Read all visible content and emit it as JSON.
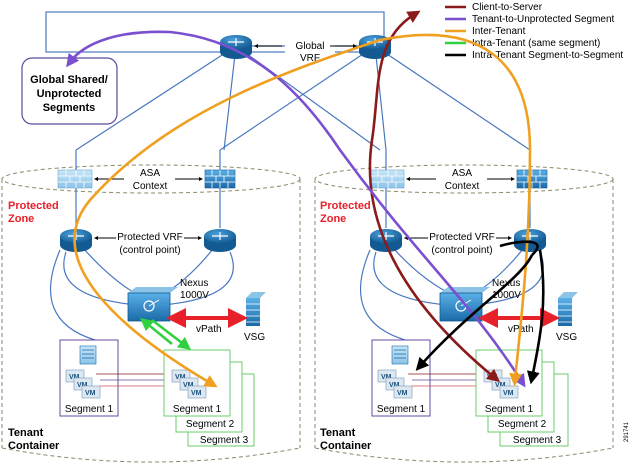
{
  "legend": [
    {
      "label": "Client-to-Server",
      "color": "#8b1a1a"
    },
    {
      "label": "Tenant-to-Unprotected Segment",
      "color": "#7a4fd0"
    },
    {
      "label": "Inter-Tenant",
      "color": "#f0a020"
    },
    {
      "label": "Intra-Tenant (same segment)",
      "color": "#30d040"
    },
    {
      "label": "Intra-Tenant Segment-to-Segment",
      "color": "#000000"
    }
  ],
  "global_vrf": {
    "line1": "Global",
    "line2": "VRF"
  },
  "shared_box": {
    "line1": "Global Shared/",
    "line2": "Unprotected",
    "line3": "Segments"
  },
  "tenants": [
    {
      "asa_line1": "ASA",
      "asa_line2": "Context",
      "zone_line1": "Protected",
      "zone_line2": "Zone",
      "vrf_line1": "Protected VRF",
      "vrf_line2": "(control point)",
      "nexus_line1": "Nexus",
      "nexus_line2": "1000V",
      "vpath": "vPath",
      "vsg": "VSG",
      "segment_unprotected": "Segment 1",
      "segments": [
        "Segment 1",
        "Segment 2",
        "Segment 3"
      ],
      "container_line1": "Tenant",
      "container_line2": "Container"
    },
    {
      "asa_line1": "ASA",
      "asa_line2": "Context",
      "zone_line1": "Protected",
      "zone_line2": "Zone",
      "vrf_line1": "Protected VRF",
      "vrf_line2": "(control point)",
      "nexus_line1": "Nexus",
      "nexus_line2": "1000V",
      "vpath": "vPath",
      "vsg": "VSG",
      "segment_unprotected": "Segment 1",
      "segments": [
        "Segment 1",
        "Segment 2",
        "Segment 3"
      ],
      "container_line1": "Tenant",
      "container_line2": "Container"
    }
  ],
  "vm_label": "VM",
  "figure_id": "291741",
  "colors": {
    "link": "#4a78c0",
    "zone": "#e8202a",
    "router": "#1f6fb0",
    "container_border": "#8a8a6a",
    "segment_green": "#6ccc6c",
    "segment_purple": "#6a4aa0"
  }
}
